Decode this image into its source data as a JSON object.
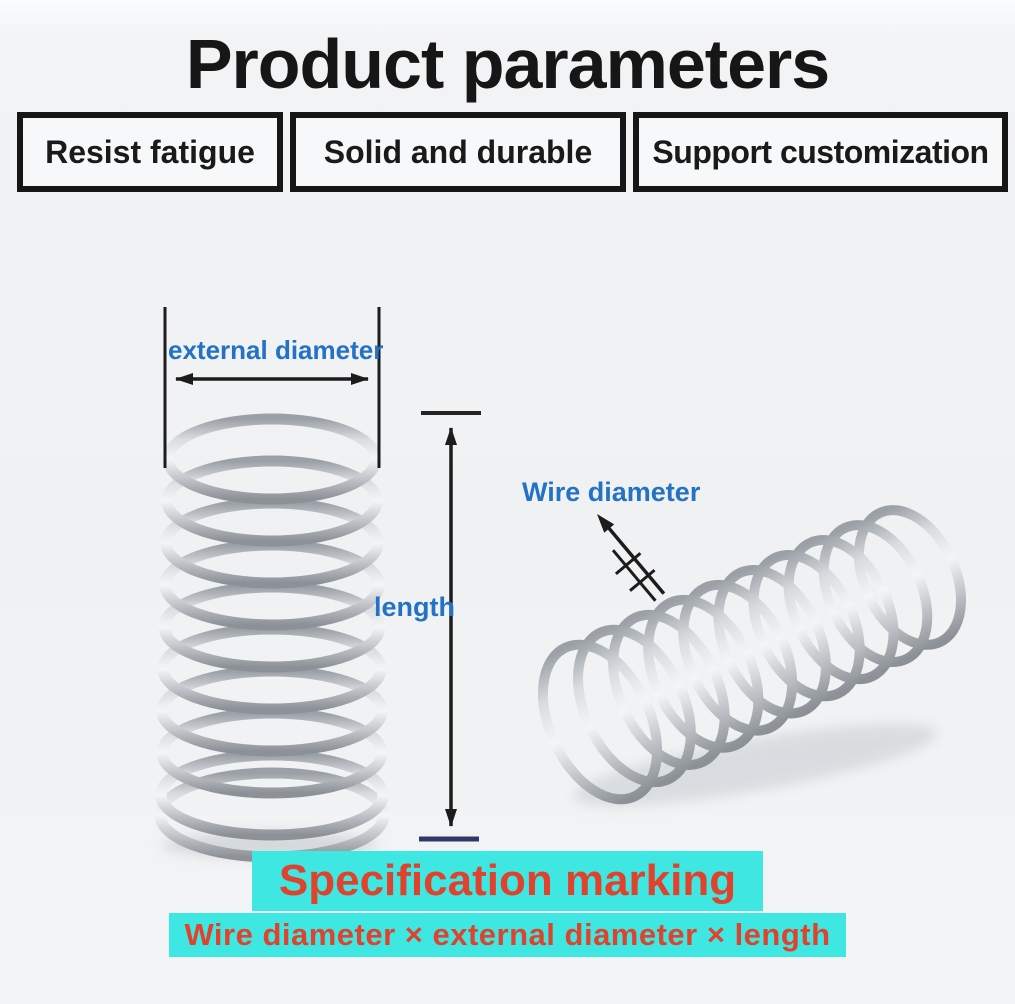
{
  "colors": {
    "ink_black": "#161616",
    "label_blue": "#2472c4",
    "highlight_cyan": "#3fe7e3",
    "marking_red": "#e0432d",
    "navy_tick": "#2d3a68",
    "background": "#eff1f3",
    "spring_wire_gray": "#c2c6ca"
  },
  "header": {
    "title": "Product parameters"
  },
  "feature_boxes": [
    {
      "label": "Resist fatigue"
    },
    {
      "label": "Solid and durable"
    },
    {
      "label": "Support customization"
    }
  ],
  "diagram": {
    "external_diameter_label": "external diameter",
    "length_label": "length",
    "wire_diameter_label": "Wire diameter",
    "left_spring_description": "upright steel compression spring photo",
    "right_spring_description": "tilted steel compression spring photo"
  },
  "footer": {
    "heading": "Specification marking",
    "formula": "Wire diameter × external diameter × length"
  }
}
